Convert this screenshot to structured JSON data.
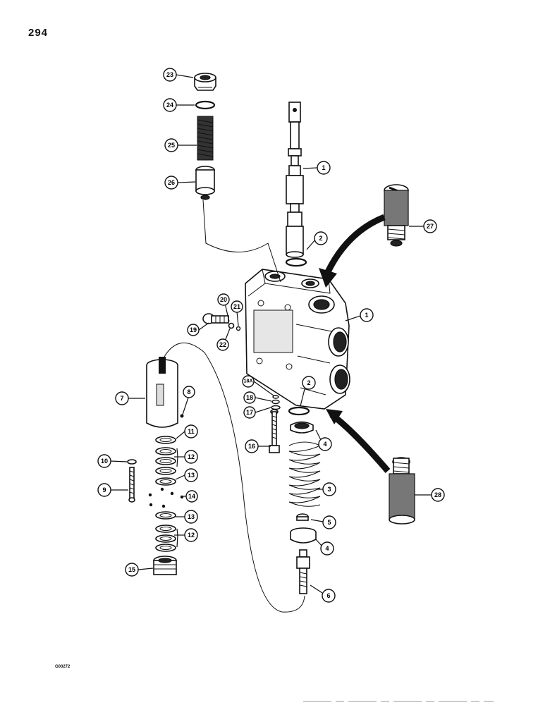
{
  "page": {
    "page_number": "294",
    "figure_code": "G00272"
  },
  "callouts": [
    {
      "id": "c23",
      "label": "23"
    },
    {
      "id": "c24",
      "label": "24"
    },
    {
      "id": "c25",
      "label": "25"
    },
    {
      "id": "c26",
      "label": "26"
    },
    {
      "id": "c1a",
      "label": "1"
    },
    {
      "id": "c2a",
      "label": "2"
    },
    {
      "id": "c27",
      "label": "27"
    },
    {
      "id": "c1b",
      "label": "1"
    },
    {
      "id": "c20",
      "label": "20"
    },
    {
      "id": "c21",
      "label": "21"
    },
    {
      "id": "c19",
      "label": "19"
    },
    {
      "id": "c22",
      "label": "22"
    },
    {
      "id": "c2b",
      "label": "2"
    },
    {
      "id": "c18a",
      "label": "18A"
    },
    {
      "id": "c18",
      "label": "18"
    },
    {
      "id": "c17",
      "label": "17"
    },
    {
      "id": "c16",
      "label": "16"
    },
    {
      "id": "c4a",
      "label": "4"
    },
    {
      "id": "c3",
      "label": "3"
    },
    {
      "id": "c5",
      "label": "5"
    },
    {
      "id": "c4b",
      "label": "4"
    },
    {
      "id": "c6",
      "label": "6"
    },
    {
      "id": "c28",
      "label": "28"
    },
    {
      "id": "c7",
      "label": "7"
    },
    {
      "id": "c8",
      "label": "8"
    },
    {
      "id": "c11",
      "label": "11"
    },
    {
      "id": "c12a",
      "label": "12"
    },
    {
      "id": "c13a",
      "label": "13"
    },
    {
      "id": "c10",
      "label": "10"
    },
    {
      "id": "c9",
      "label": "9"
    },
    {
      "id": "c14",
      "label": "14"
    },
    {
      "id": "c13b",
      "label": "13"
    },
    {
      "id": "c12b",
      "label": "12"
    },
    {
      "id": "c15",
      "label": "15"
    }
  ]
}
